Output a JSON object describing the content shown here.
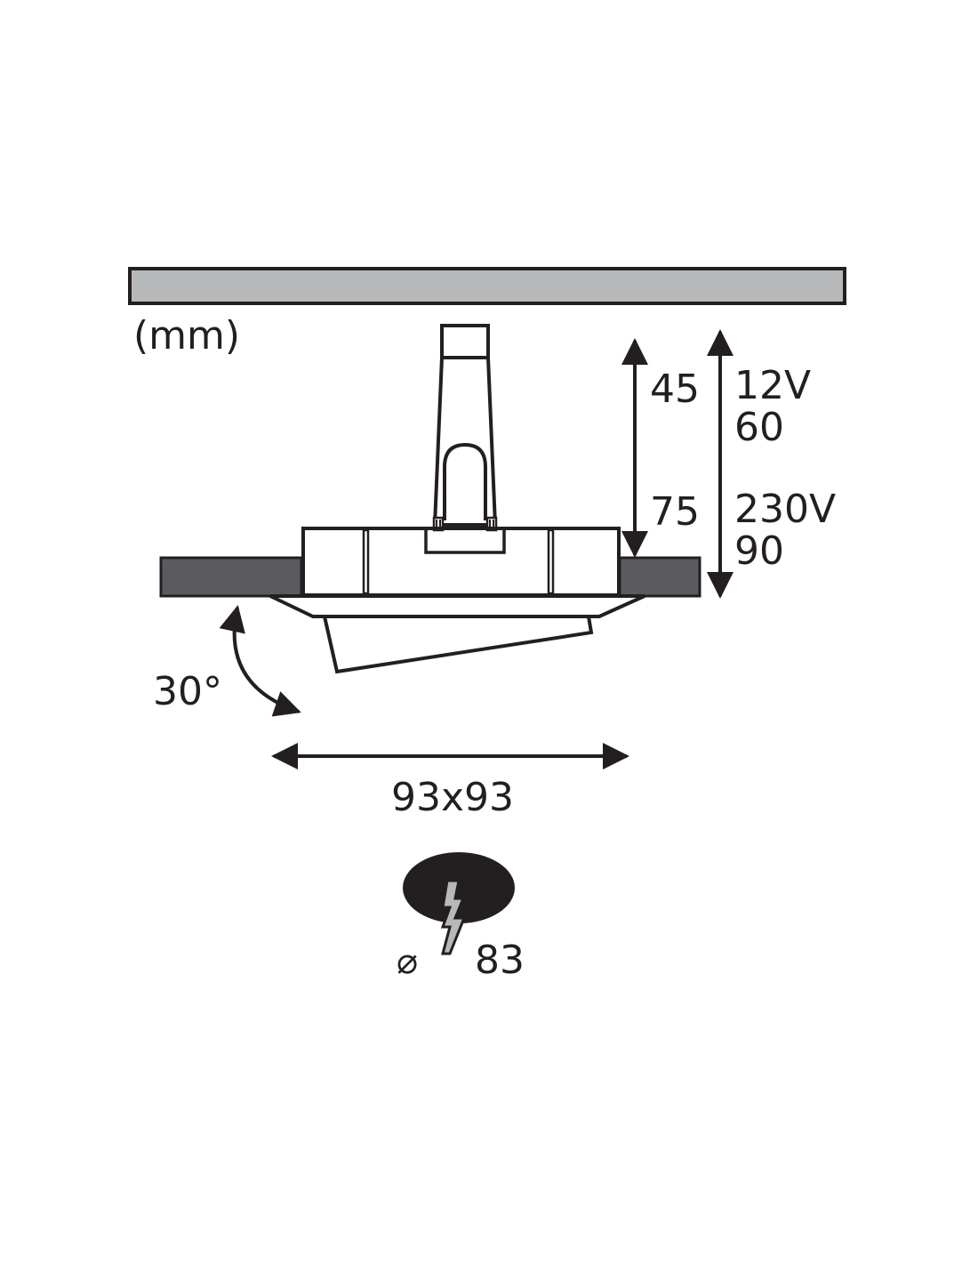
{
  "diagram": {
    "unit_label": "(mm)",
    "depth_12v_label": "45",
    "depth_230v_label": "75",
    "voltage_12v_label": "12V",
    "height_12v_label": "60",
    "voltage_230v_label": "230V",
    "height_230v_label": "90",
    "tilt_angle_label": "30°",
    "size_label": "93x93",
    "cutout_symbol": "⌀",
    "cutout_value_label": "83"
  },
  "colors": {
    "ceiling_gray": "#b7b8ba",
    "ceiling_board_dark": "#5b5b5f",
    "line": "#231f20",
    "hole_black": "#231f20"
  }
}
